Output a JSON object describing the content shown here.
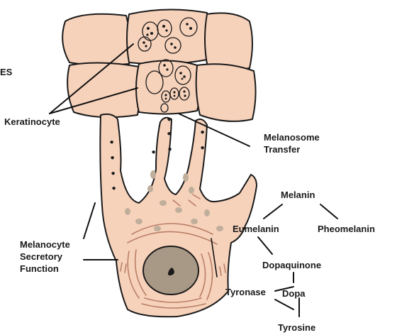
{
  "labels": {
    "partial_heading": "ES",
    "keratinocyte": "Keratinocyte",
    "melanosome_transfer_line1": "Melanosome",
    "melanosome_transfer_line2": "Transfer",
    "melanocyte_line1": "Melanocyte",
    "melanocyte_line2": "Secretory",
    "melanocyte_line3": "Function"
  },
  "pathway": {
    "melanin": "Melanin",
    "eumelanin": "Eumelanin",
    "pheomelanin": "Pheomelanin",
    "dopaquinone": "Dopaquinone",
    "tyronase": "Tyronase",
    "dopa": "Dopa",
    "tyrosine": "Tyrosine"
  },
  "colors": {
    "cell_fill": "#f7d2bb",
    "outline": "#1a1a1a",
    "melanosome_granules": "#bfae9b",
    "nucleus_fill": "#a89886",
    "organelle_lines": "#b97f66"
  }
}
